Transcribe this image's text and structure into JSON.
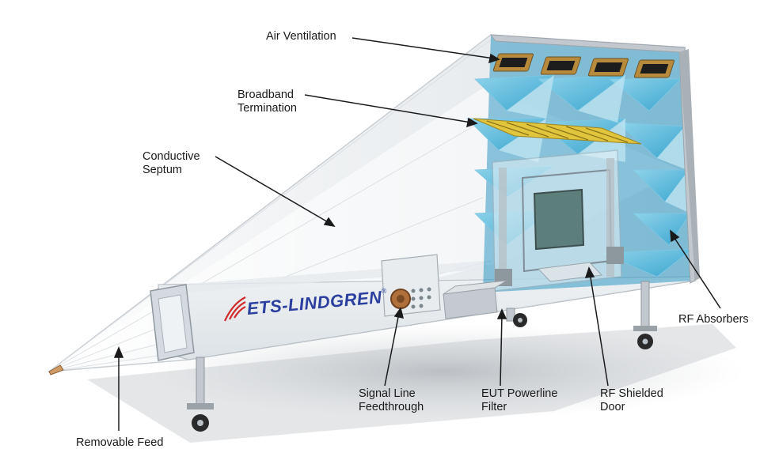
{
  "brand": {
    "logo_text": "ETS-LINDGREN",
    "trademark": "®",
    "logo_color": "#2b3f9e",
    "accent_color": "#d22a2a"
  },
  "colors": {
    "absorber": "#4bb4d8",
    "termination": "#e1c53d",
    "frame": "#c2c8ce",
    "septum": "#e3e6e8"
  },
  "labels": {
    "air_ventilation": [
      "Air Ventilation"
    ],
    "broadband_termination": [
      "Broadband",
      "Termination"
    ],
    "conductive_septum": [
      "Conductive",
      "Septum"
    ],
    "rf_absorbers": [
      "RF Absorbers"
    ],
    "signal_line_feedthrough": [
      "Signal Line",
      "Feedthrough"
    ],
    "eut_powerline_filter": [
      "EUT Powerline",
      "Filter"
    ],
    "rf_shielded_door": [
      "RF Shielded",
      "Door"
    ],
    "removable_feed": [
      "Removable Feed"
    ]
  }
}
